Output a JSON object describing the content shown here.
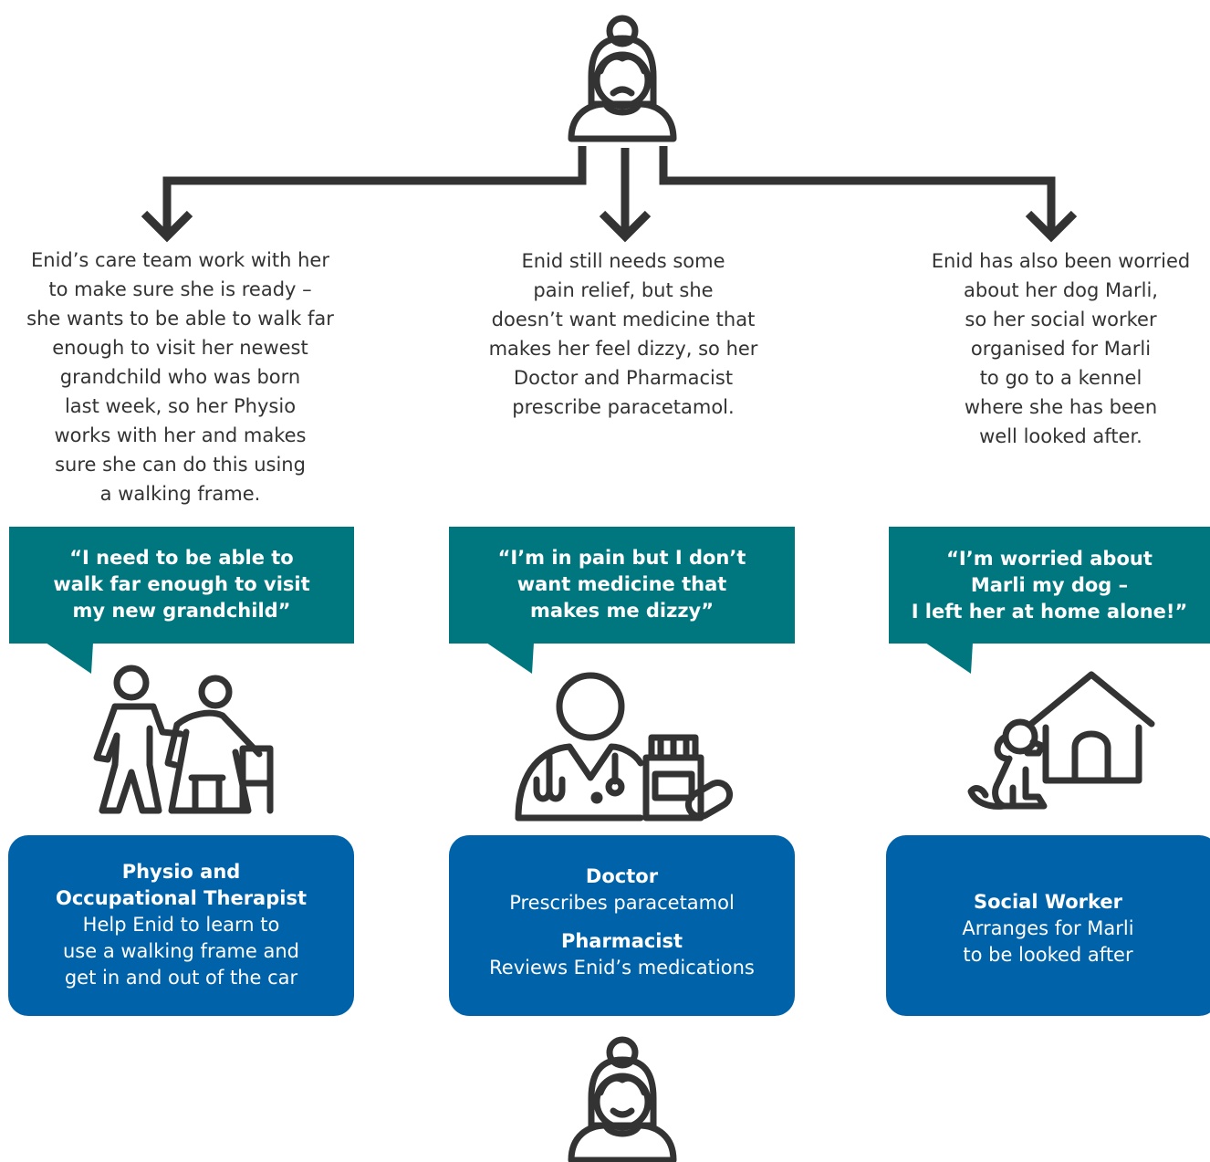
{
  "descriptions": {
    "left": "Enid’s care team work with her\nto make sure she is ready –\nshe wants to be able to walk far\nenough to visit her newest\ngrandchild who was born\nlast week, so her Physio\nworks with her and makes\nsure she can do this using\na walking frame.",
    "center": "Enid still needs some\npain relief, but she\ndoesn’t want medicine that\nmakes her feel dizzy, so her\nDoctor and Pharmacist\nprescribe paracetamol.",
    "right": "Enid has also been worried\nabout her dog Marli,\nso her social worker\norganised for Marli\nto go to a kennel\nwhere she has been\nwell looked after."
  },
  "quotes": {
    "left": "“I need to be able to\nwalk far enough to visit\nmy new grandchild”",
    "center": "“I’m in pain but I don’t\nwant medicine that\nmakes me dizzy”",
    "right": "“I’m worried about\nMarli my dog –\nI left her at home alone!”"
  },
  "roles": {
    "left": {
      "name": "Physio and\nOccupational Therapist",
      "desc": "Help Enid to learn to\nuse a walking frame and\nget in and out of the car"
    },
    "center": {
      "doctor_name": "Doctor",
      "doctor_desc": "Prescribes paracetamol",
      "pharmacist_name": "Pharmacist",
      "pharmacist_desc": "Reviews Enid’s medications"
    },
    "right": {
      "name": "Social Worker",
      "desc": "Arranges for Marli\nto be looked after"
    }
  },
  "colors": {
    "teal": "#00777f",
    "blue": "#0062a8",
    "icon": "#333333"
  },
  "icons": {
    "top": "elderly-woman-icon",
    "bottom": "elderly-woman-smiling-icon",
    "left": "carer-walking-frame-icon",
    "center": "doctor-medicine-icon",
    "right": "dog-kennel-icon"
  }
}
